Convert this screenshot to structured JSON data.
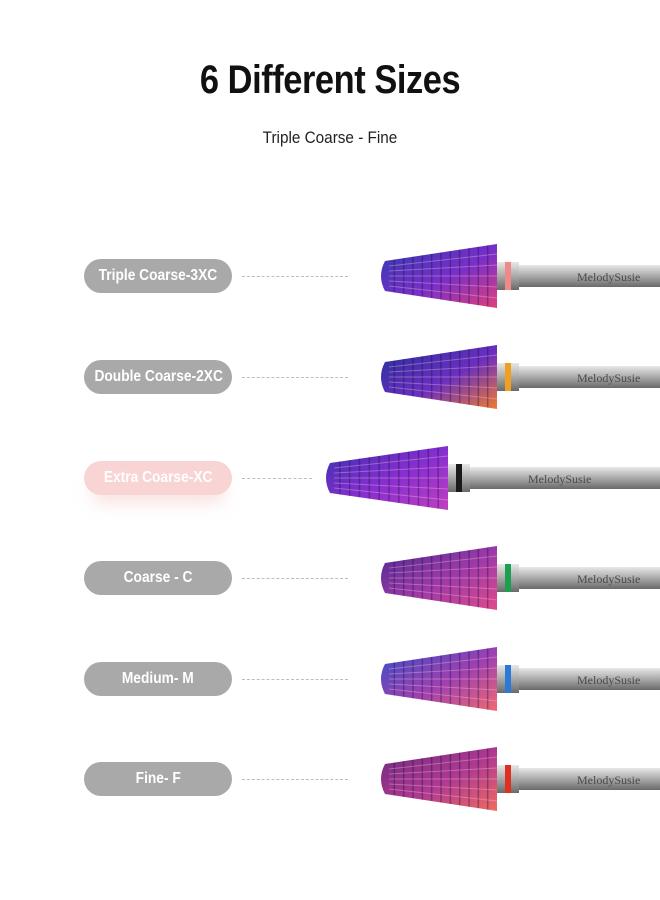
{
  "header": {
    "title": "6 Different Sizes",
    "subtitle": "Triple Coarse - Fine"
  },
  "brand_text": "MelodySusie",
  "sizes": [
    {
      "label": "Triple Coarse-3XC",
      "band_color": "#f08a8a",
      "head_colors": [
        "#2c3bb0",
        "#7a2fc8",
        "#e0407a"
      ]
    },
    {
      "label": "Double Coarse-2XC",
      "band_color": "#f0a020",
      "head_colors": [
        "#23309a",
        "#6b2fc0",
        "#f07a30"
      ]
    },
    {
      "label": "Extra Coarse-XC",
      "band_color": "#1a1a1a",
      "head_colors": [
        "#3a2fb0",
        "#8a2fd0",
        "#c040c0"
      ]
    },
    {
      "label": "Coarse - C",
      "band_color": "#1aa050",
      "head_colors": [
        "#4a2a90",
        "#a03aa8",
        "#e04a8a"
      ]
    },
    {
      "label": "Medium- M",
      "band_color": "#2a78d8",
      "head_colors": [
        "#3050c8",
        "#a040b0",
        "#f06a70"
      ]
    },
    {
      "label": "Fine- F",
      "band_color": "#e03020",
      "head_colors": [
        "#6a2a80",
        "#b03a90",
        "#f06a60"
      ]
    }
  ]
}
